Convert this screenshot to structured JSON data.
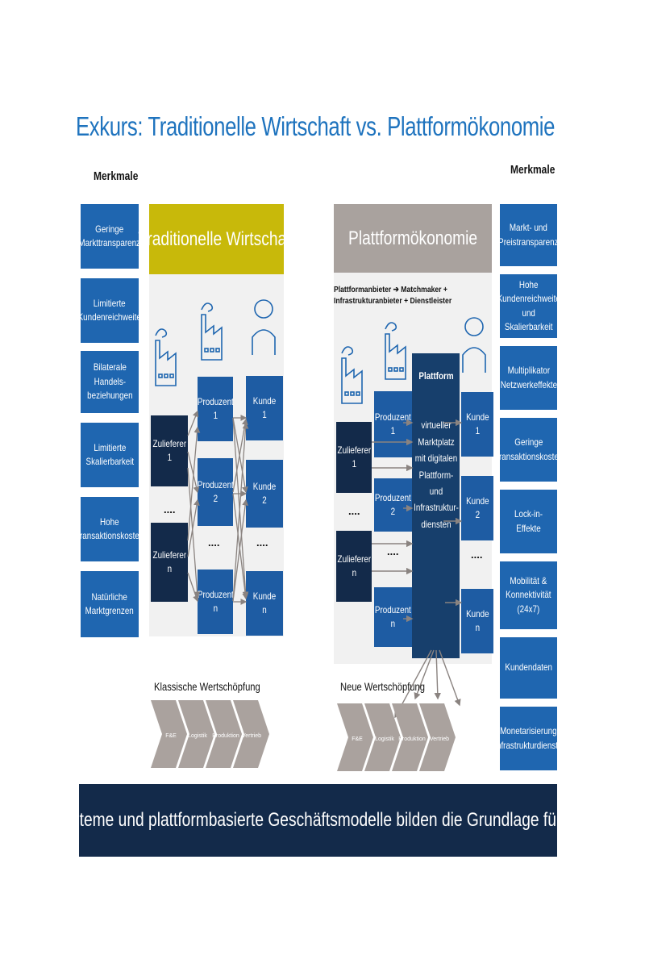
{
  "title": "Exkurs: Traditionelle Wirtschaft vs. Plattformökonomie",
  "left": {
    "merkmale_label": "Merkmale",
    "header": "Traditionelle Wirtschaft",
    "features": [
      "Geringe Markttransparenz",
      "Limitierte Kundenreichweite",
      "Bilaterale Handels-beziehungen",
      "Limitierte Skalierbarkeit",
      "Hohe Transaktionskosten",
      "Natürliche Marktgrenzen"
    ],
    "suppliers": [
      "Zulieferer 1",
      "Zulieferer n"
    ],
    "producers": [
      "Produzent 1",
      "Produzent 2",
      "Produzent n"
    ],
    "customers": [
      "Kunde 1",
      "Kunde 2",
      "Kunde n"
    ],
    "ellipsis": "....",
    "value_chain_label": "Klassische Wertschöpfung",
    "value_chain": [
      "F&E",
      "Logistik",
      "Produktion",
      "Vertrieb"
    ]
  },
  "right": {
    "merkmale_label": "Merkmale",
    "header": "Plattformökonomie",
    "note": "Plattformanbieter ➔ Matchmaker + Infrastrukturanbieter + Dienstleister",
    "platform_title": "Plattform",
    "platform_text": "virtueller Marktplatz mit digitalen Plattform- und Infrastruktur-diensten",
    "suppliers": [
      "Zulieferer 1",
      "Zulieferer n"
    ],
    "producers": [
      "Produzent 1",
      "Produzent 2",
      "Produzent n"
    ],
    "customers": [
      "Kunde 1",
      "Kunde 2",
      "Kunde n"
    ],
    "ellipsis": "....",
    "value_chain_label": "Neue Wertschöpfung",
    "value_chain": [
      "F&E",
      "Logistik",
      "Produktion",
      "Vertrieb"
    ],
    "features": [
      "Markt- und Preistransparenz",
      "Hohe Kundenreichweite und Skalierbarkeit",
      "Multiplikator Netzwerkeffekte",
      "Geringe Transaktionskosten",
      "Lock-in-Effekte",
      "Mobilität & Konnektivität (24x7)",
      "Kundendaten",
      "Monetarisierung Infrastrukturdienste"
    ]
  },
  "banner": "Digitale Ökosysteme und plattformbasierte Geschäftsmodelle bilden die Grundlage für Open Banking",
  "colors": {
    "title_blue": "#1e73be",
    "feature_blue": "#1f66b0",
    "dark_navy": "#132a4a",
    "traditional_header": "#c8b90a",
    "platform_header": "#a9a29e",
    "chevron_grey": "#aaa29e"
  },
  "icons": [
    "factory-icon",
    "person-icon"
  ]
}
